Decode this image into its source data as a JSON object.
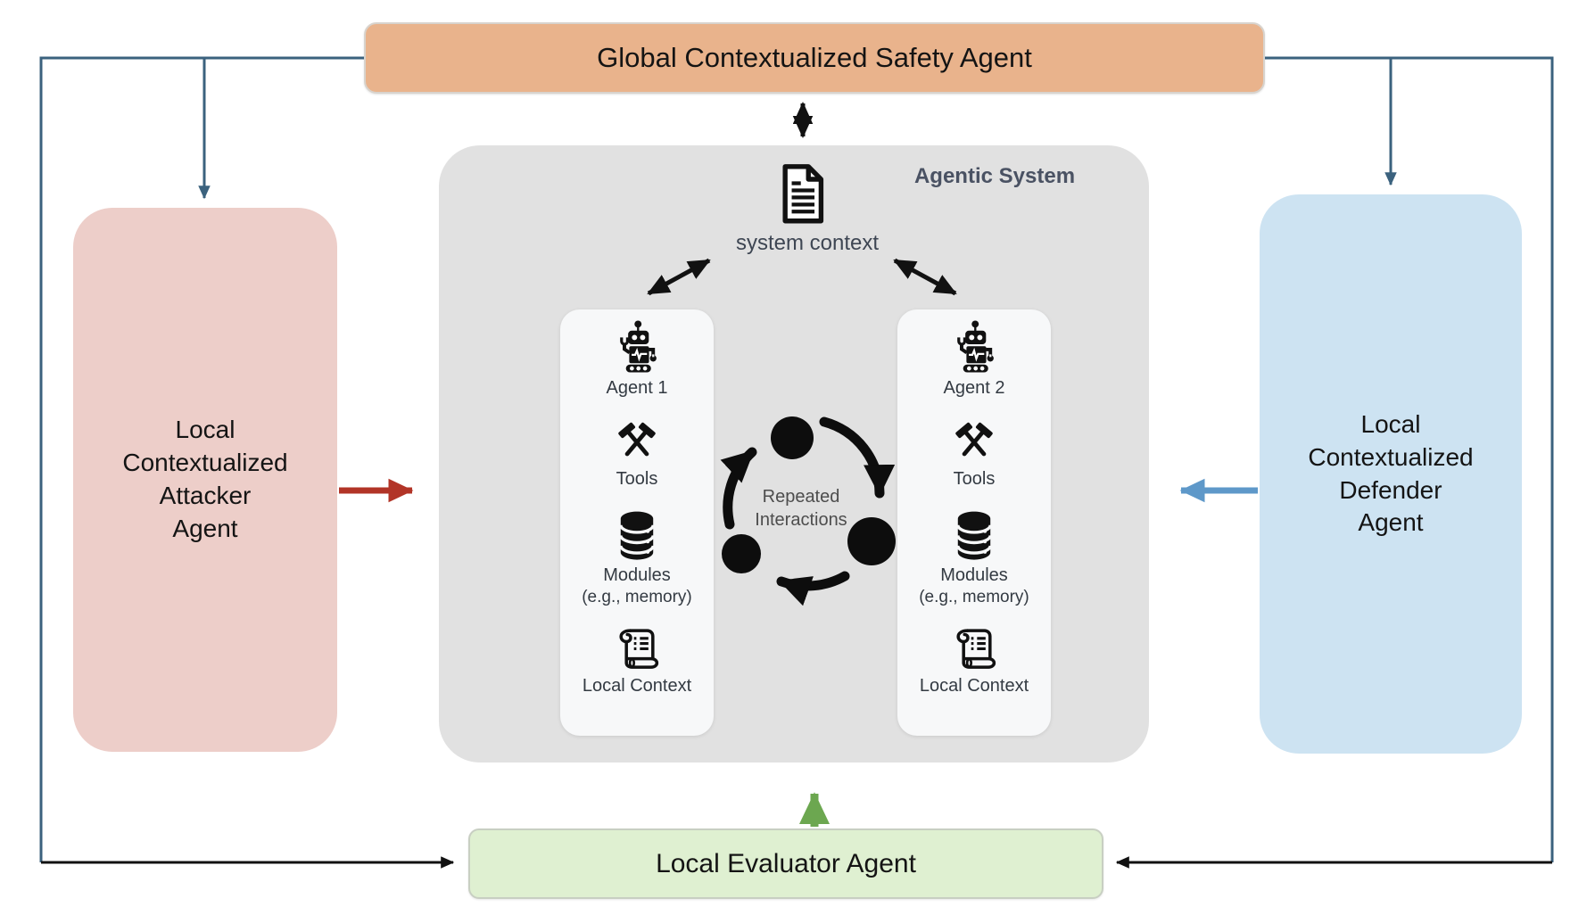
{
  "global_agent": {
    "label": "Global Contextualized Safety Agent"
  },
  "attacker_agent": {
    "lines": [
      "Local",
      "Contextualized",
      "Attacker",
      "Agent"
    ]
  },
  "defender_agent": {
    "lines": [
      "Local",
      "Contextualized",
      "Defender",
      "Agent"
    ]
  },
  "evaluator_agent": {
    "label": "Local Evaluator Agent"
  },
  "agentic_system": {
    "title": "Agentic System",
    "system_context_label": "system context",
    "cycle_label": [
      "Repeated",
      "Interactions"
    ],
    "agents": [
      {
        "name": "Agent 1",
        "tools_label": "Tools",
        "modules_label": "Modules",
        "modules_note": "(e.g., memory)",
        "local_context_label": "Local Context"
      },
      {
        "name": "Agent 2",
        "tools_label": "Tools",
        "modules_label": "Modules",
        "modules_note": "(e.g., memory)",
        "local_context_label": "Local Context"
      }
    ]
  },
  "icons": {
    "system_context": "document-icon",
    "agent": "robot-icon",
    "tools": "crossed-hammers-icon",
    "modules": "database-icon",
    "local_context": "scroll-icon"
  },
  "colors": {
    "global_fill": "#E9B38C",
    "attacker_fill": "#EDCEC9",
    "defender_fill": "#CDE3F2",
    "evaluator_fill": "#DFF0D1",
    "system_panel_fill": "#E1E1E1",
    "agent_card_fill": "#F7F8F9",
    "connector_steel_blue": "#3B627E",
    "arrow_red": "#B23427",
    "arrow_blue": "#5E98C9",
    "arrow_green": "#6CA750",
    "arrow_black": "#111111",
    "system_title_color": "#4A5263"
  }
}
